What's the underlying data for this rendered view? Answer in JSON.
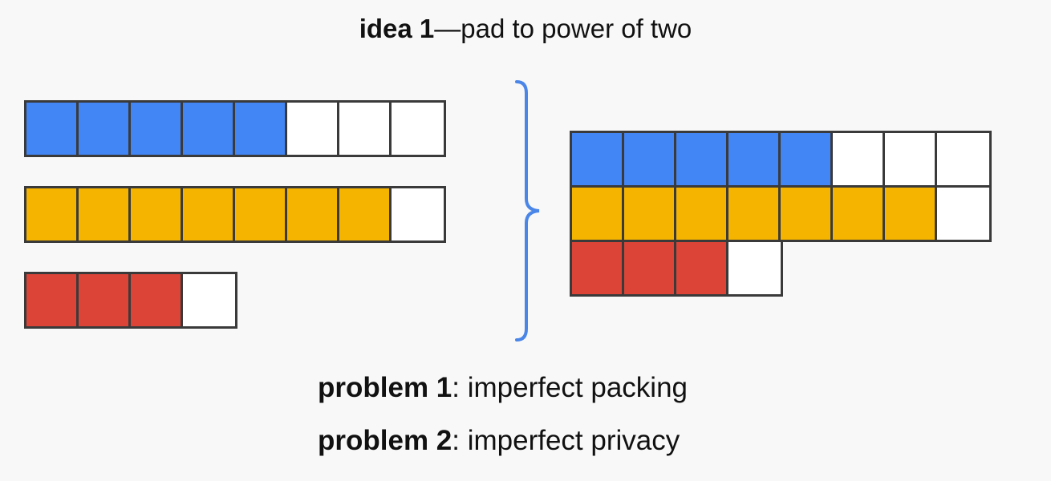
{
  "title": {
    "bold": "idea 1",
    "rest": "—pad to power of two"
  },
  "colors": {
    "blue": "#4285f4",
    "yellow": "#f4b400",
    "red": "#db4437",
    "empty": "#ffffff",
    "border": "#3a3a3a",
    "brace": "#4a86e8"
  },
  "left_rows": [
    {
      "color": "blue",
      "filled": 5,
      "total": 8
    },
    {
      "color": "yellow",
      "filled": 7,
      "total": 8
    },
    {
      "color": "red",
      "filled": 3,
      "total": 4
    }
  ],
  "packed_rows": [
    {
      "color": "blue",
      "filled": 5,
      "total": 8
    },
    {
      "color": "yellow",
      "filled": 7,
      "total": 8
    },
    {
      "color": "red",
      "filled": 3,
      "total": 4
    }
  ],
  "problems": [
    {
      "bold": "problem 1",
      "rest": ": imperfect packing"
    },
    {
      "bold": "problem 2",
      "rest": ": imperfect privacy"
    }
  ]
}
